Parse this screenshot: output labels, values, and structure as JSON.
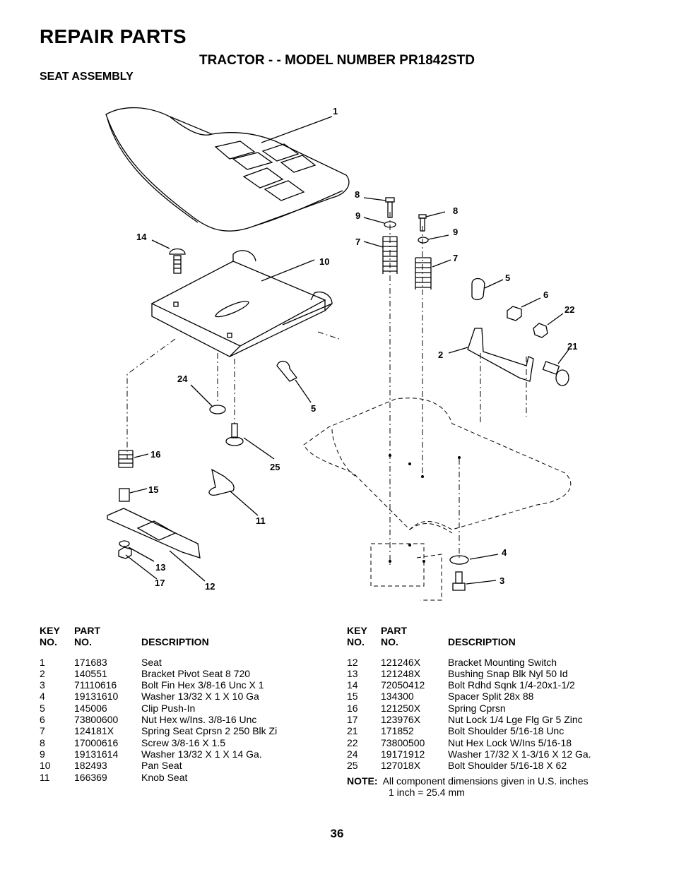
{
  "header": {
    "title": "REPAIR PARTS",
    "subtitle": "TRACTOR - - MODEL NUMBER PR1842STD",
    "section": "SEAT ASSEMBLY"
  },
  "diagram": {
    "callouts": [
      "1",
      "2",
      "3",
      "4",
      "5",
      "5",
      "6",
      "7",
      "7",
      "8",
      "8",
      "9",
      "9",
      "10",
      "11",
      "12",
      "13",
      "14",
      "15",
      "16",
      "17",
      "21",
      "22",
      "24",
      "25"
    ]
  },
  "table": {
    "headers": {
      "key_top": "KEY",
      "key_bottom": "NO.",
      "part_top": "PART",
      "part_bottom": "NO.",
      "description": "DESCRIPTION"
    },
    "left": [
      {
        "key": "1",
        "part": "171683",
        "desc": "Seat"
      },
      {
        "key": "2",
        "part": "140551",
        "desc": "Bracket Pivot Seat 8 720"
      },
      {
        "key": "3",
        "part": "71110616",
        "desc": "Bolt Fin Hex 3/8-16 Unc X 1"
      },
      {
        "key": "4",
        "part": "19131610",
        "desc": "Washer 13/32 X 1 X 10 Ga"
      },
      {
        "key": "5",
        "part": "145006",
        "desc": "Clip Push-In"
      },
      {
        "key": "6",
        "part": "73800600",
        "desc": "Nut Hex w/Ins. 3/8-16 Unc"
      },
      {
        "key": "7",
        "part": "124181X",
        "desc": "Spring Seat Cprsn 2 250 Blk Zi"
      },
      {
        "key": "8",
        "part": "17000616",
        "desc": "Screw 3/8-16 X 1.5"
      },
      {
        "key": "9",
        "part": "19131614",
        "desc": "Washer 13/32 X 1 X 14 Ga."
      },
      {
        "key": "10",
        "part": "182493",
        "desc": "Pan Seat"
      },
      {
        "key": "11",
        "part": "166369",
        "desc": "Knob Seat"
      }
    ],
    "right": [
      {
        "key": "12",
        "part": "121246X",
        "desc": "Bracket Mounting Switch"
      },
      {
        "key": "13",
        "part": "121248X",
        "desc": "Bushing Snap Blk Nyl 50 Id"
      },
      {
        "key": "14",
        "part": "72050412",
        "desc": "Bolt Rdhd Sqnk 1/4-20x1-1/2"
      },
      {
        "key": "15",
        "part": "134300",
        "desc": "Spacer Split 28x 88"
      },
      {
        "key": "16",
        "part": "121250X",
        "desc": "Spring Cprsn"
      },
      {
        "key": "17",
        "part": "123976X",
        "desc": "Nut Lock 1/4 Lge Flg Gr 5 Zinc"
      },
      {
        "key": "21",
        "part": "171852",
        "desc": "Bolt Shoulder 5/16-18 Unc"
      },
      {
        "key": "22",
        "part": "73800500",
        "desc": "Nut Hex Lock W/Ins 5/16-18"
      },
      {
        "key": "24",
        "part": "19171912",
        "desc": "Washer 17/32 X 1-3/16 X 12 Ga."
      },
      {
        "key": "25",
        "part": "127018X",
        "desc": "Bolt Shoulder 5/16-18 X 62"
      }
    ]
  },
  "note": {
    "label": "NOTE:",
    "line1": "All component dimensions given in U.S. inches",
    "line2": "1 inch = 25.4 mm"
  },
  "page_number": "36"
}
